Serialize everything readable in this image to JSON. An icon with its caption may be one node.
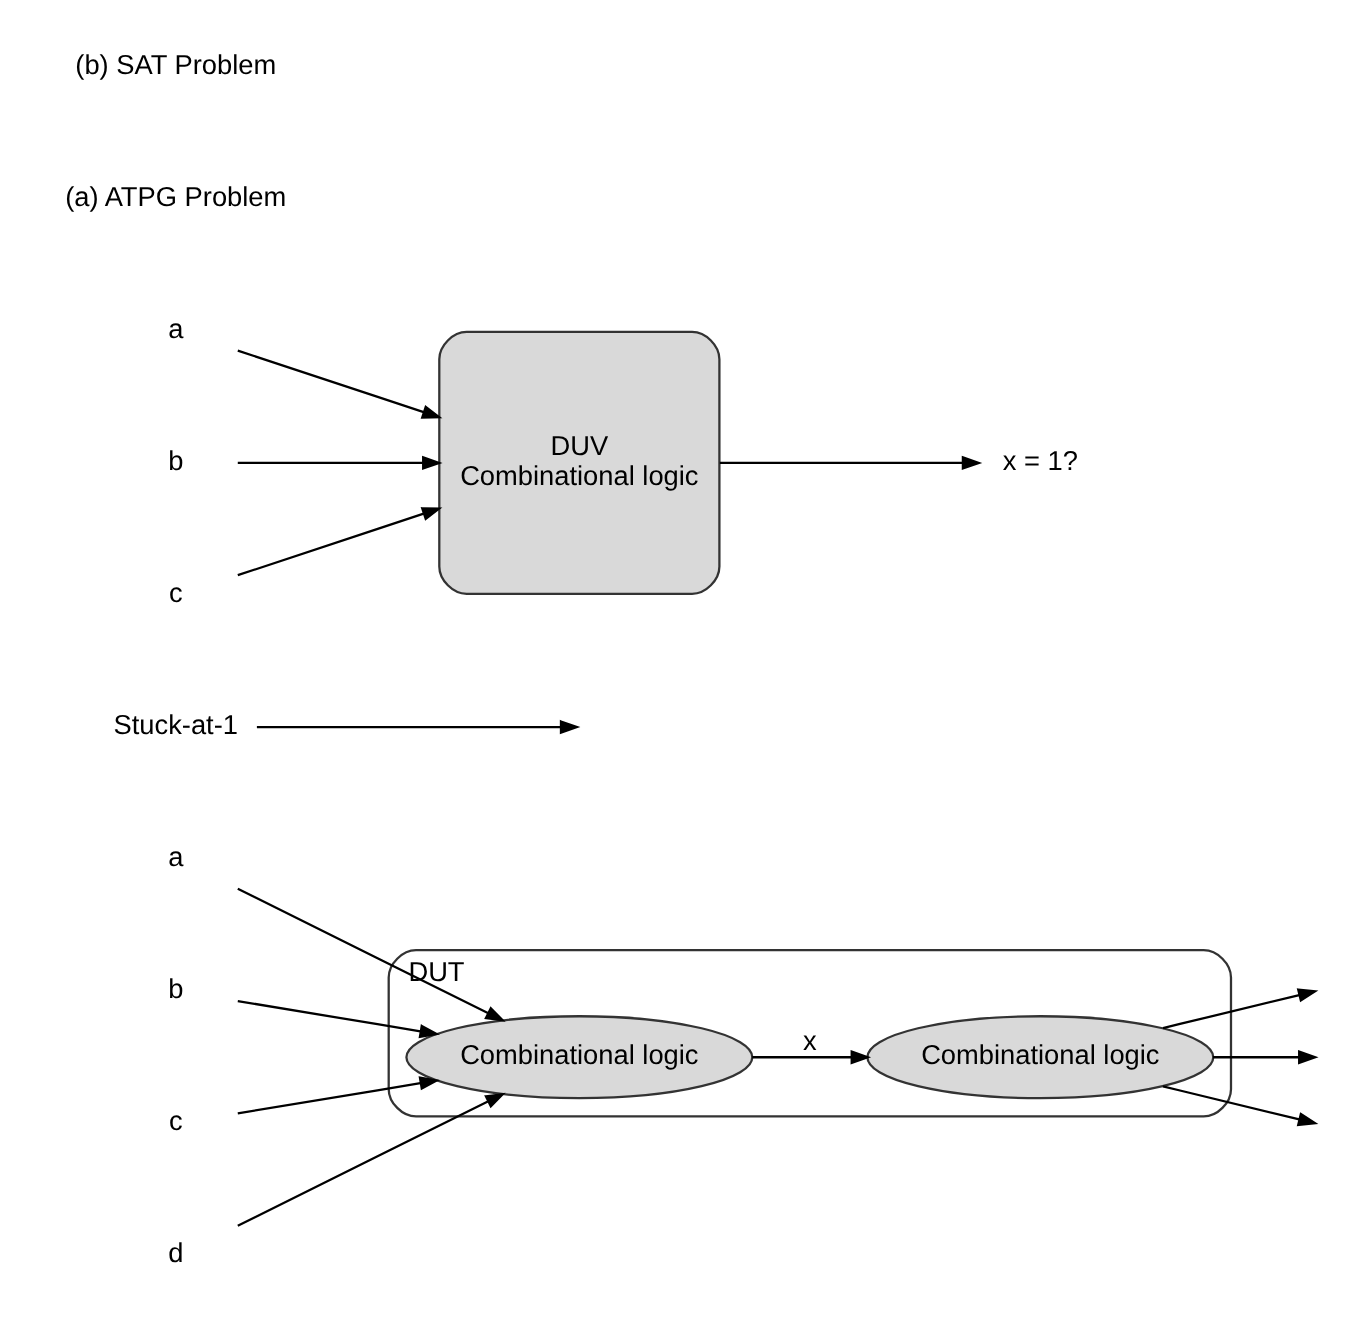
{
  "diagram": {
    "nodes": [
      {
        "text": [
          "DUT"
        ]
      },
      {
        "text": [
          "Combinational logic"
        ],
        "in": 0
      },
      {
        "text": [
          "Combinational logic"
        ],
        "in": 0
      },
      {
        "text": [
          "a"
        ]
      },
      {
        "text": [
          "b"
        ]
      },
      {
        "text": [
          "c"
        ]
      },
      {
        "text": [
          "d"
        ]
      },
      {
        "text": [
          "Stuck-at-1"
        ]
      },
      {
        "text": [
          "DUV",
          "Combinational logic"
        ]
      },
      {
        "text": [
          "a"
        ]
      },
      {
        "text": [
          "b"
        ]
      },
      {
        "text": [
          "c"
        ]
      },
      {
        "text": [
          "x = 1?"
        ]
      }
    ],
    "edges": [
      {
        "from": 3,
        "to": 1,
        "arrow": "to"
      },
      {
        "from": 4,
        "to": 1,
        "arrow": "to"
      },
      {
        "from": 5,
        "to": 1,
        "arrow": "to"
      },
      {
        "from": 6,
        "to": 1,
        "arrow": "to"
      },
      {
        "from": 1,
        "to": 2,
        "arrow": "to",
        "label": "x"
      },
      {
        "from": 7,
        "to": null,
        "arrow": "to"
      },
      {
        "from": 2,
        "to": null,
        "arrow": "to"
      },
      {
        "from": 2,
        "to": null,
        "arrow": "to"
      },
      {
        "from": 2,
        "to": null,
        "arrow": "to"
      },
      {
        "from": 9,
        "to": 8,
        "arrow": "to"
      },
      {
        "from": 10,
        "to": 8,
        "arrow": "to"
      },
      {
        "from": 11,
        "to": 8,
        "arrow": "to"
      },
      {
        "from": 8,
        "to": 12,
        "arrow": "to"
      }
    ],
    "labels": [
      "(a) ATPG Problem",
      "(b) SAT Problem"
    ]
  }
}
